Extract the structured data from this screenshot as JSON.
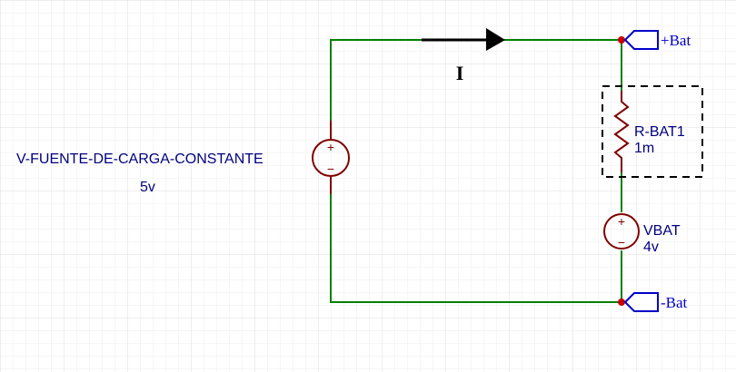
{
  "colors": {
    "wire": "#008000",
    "component": "#800000",
    "label_text": "#000080",
    "net_label": "#0000c8",
    "junction": "#c80000",
    "arrow": "#000000",
    "grid_minor": "#ececec",
    "grid_major": "#dcdcdc",
    "box_border": "#000000"
  },
  "source_main": {
    "name": "V-FUENTE-DE-CARGA-CONSTANTE",
    "value": "5v",
    "plus": "+",
    "minus": "−"
  },
  "resistor": {
    "name": "R-BAT1",
    "value": "1m"
  },
  "battery": {
    "name": "VBAT",
    "value": "4v",
    "plus": "+",
    "minus": "−"
  },
  "net_labels": {
    "top": "+Bat",
    "bottom": "-Bat"
  },
  "current": {
    "label": "I",
    "direction": "right"
  }
}
